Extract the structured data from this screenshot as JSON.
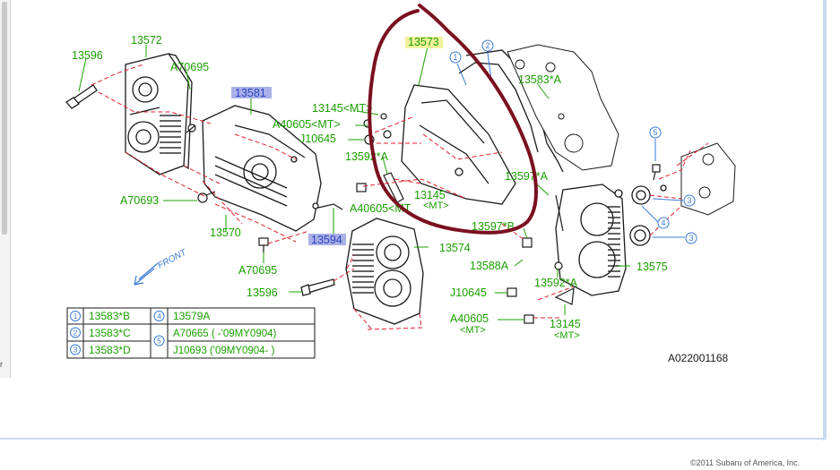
{
  "callouts": {
    "c13572": "13572",
    "c13596_top": "13596",
    "cA70695_top": "A70695",
    "c13581": "13581",
    "c13573": "13573",
    "c13145_mt": "13145<MT>",
    "cA40605_mt": "A40605<MT>",
    "cJ10645_top": "J10645",
    "c13592A": "13592*A",
    "c13583A": "13583*A",
    "cA70693": "A70693",
    "c13570": "13570",
    "c13594": "13594",
    "cA70695_bot": "A70695",
    "c13596_bot": "13596",
    "cA40605_mid": "A40605<MT",
    "c13145_mid": "13145",
    "c13145_mid_mt": "<MT>",
    "c13597A": "13597*A",
    "c13597B": "13597*B",
    "c13574": "13574",
    "c13588A": "13588A",
    "c13575": "13575",
    "cJ10645_bot": "J10645",
    "c13592A_bot": "13592*A",
    "cA40605_bot": "A40605",
    "cA40605_bot_mt": "<MT>",
    "c13145_bot": "13145",
    "c13145_bot_mt": "<MT>",
    "front": "FRONT",
    "diagram_id": "A022001168"
  },
  "circle_numbers": {
    "n1": "1",
    "n2": "2",
    "n3": "3",
    "n4": "4",
    "n5": "5"
  },
  "legend": {
    "r1_num": "1",
    "r1_part": "13583*B",
    "r1_num2": "4",
    "r1_part2": "13579A",
    "r2_num": "2",
    "r2_part": "13583*C",
    "r2_num2": "5",
    "r2_part2": "A70665 (   -'09MY0904)",
    "r3_num": "3",
    "r3_part": "13583*D",
    "r3_part2": "J10693 ('09MY0904-   )"
  },
  "footer": "©2011 Subaru of America, Inc.",
  "colors": {
    "label_green": "#1aa000",
    "part_red": "#e0202e",
    "callout_blue": "#3a7bd5",
    "highlight_yellow": "#f2f29a",
    "highlight_purple": "#aab0e8",
    "annotation_maroon": "#7a1020",
    "drawing_black": "#1a1a1a"
  },
  "icons": [
    "front-arrow-icon",
    "circled-number-icon"
  ]
}
